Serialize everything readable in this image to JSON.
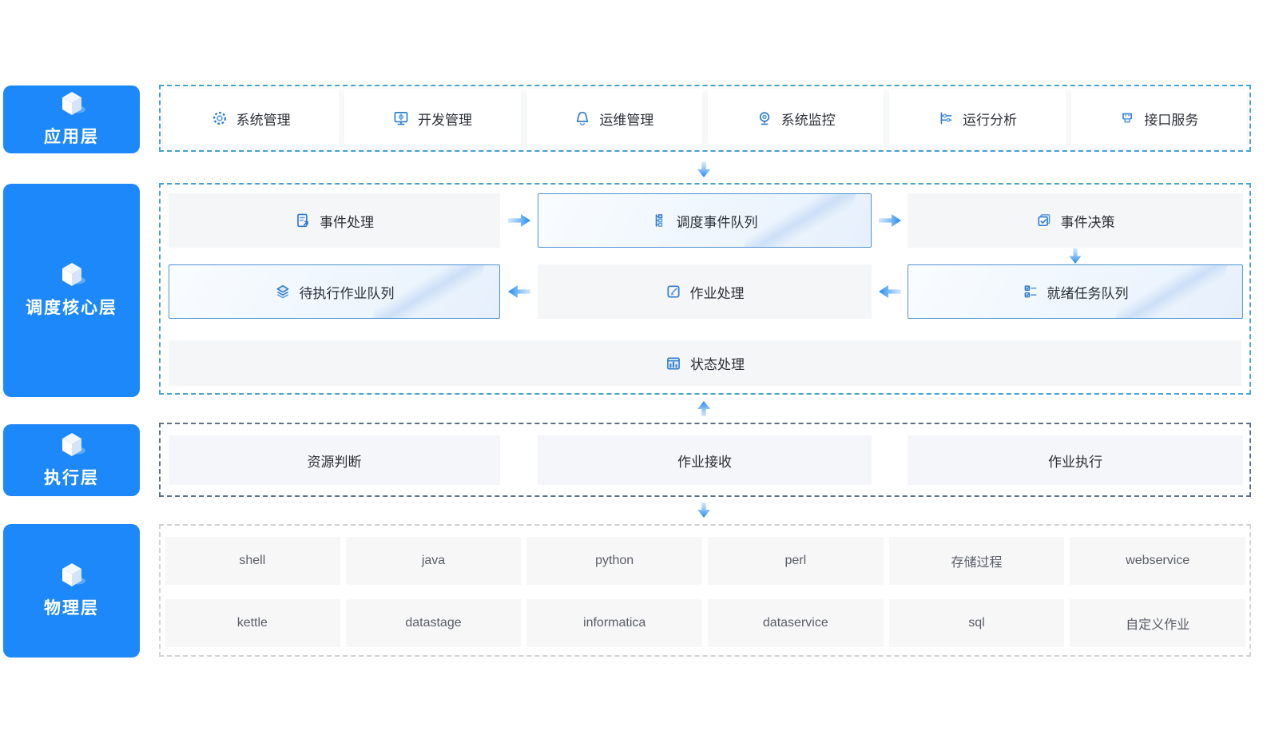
{
  "layers": {
    "app": {
      "label": "应用层",
      "items": [
        {
          "label": "系统管理",
          "icon": "gear-icon"
        },
        {
          "label": "开发管理",
          "icon": "dev-monitor-icon"
        },
        {
          "label": "运维管理",
          "icon": "alert-bell-icon"
        },
        {
          "label": "系统监控",
          "icon": "webcam-icon"
        },
        {
          "label": "运行分析",
          "icon": "sliders-icon"
        },
        {
          "label": "接口服务",
          "icon": "plug-icon"
        }
      ]
    },
    "core": {
      "label": "调度核心层",
      "row1": [
        {
          "label": "事件处理",
          "icon": "doc-upload-icon",
          "highlight": false
        },
        {
          "label": "调度事件队列",
          "icon": "queue-tree-icon",
          "highlight": true
        },
        {
          "label": "事件决策",
          "icon": "decision-check-icon",
          "highlight": false
        }
      ],
      "row2": [
        {
          "label": "待执行作业队列",
          "icon": "layers-icon",
          "highlight": true
        },
        {
          "label": "作业处理",
          "icon": "edit-square-icon",
          "highlight": false
        },
        {
          "label": "就绪任务队列",
          "icon": "task-list-icon",
          "highlight": true
        }
      ],
      "row3": {
        "label": "状态处理",
        "icon": "status-chart-icon"
      }
    },
    "exec": {
      "label": "执行层",
      "items": [
        {
          "label": "资源判断"
        },
        {
          "label": "作业接收"
        },
        {
          "label": "作业执行"
        }
      ]
    },
    "physical": {
      "label": "物理层",
      "row1": [
        {
          "label": "shell"
        },
        {
          "label": "java"
        },
        {
          "label": "python"
        },
        {
          "label": "perl"
        },
        {
          "label": "存储过程"
        },
        {
          "label": "webservice"
        }
      ],
      "row2": [
        {
          "label": "kettle"
        },
        {
          "label": "datastage"
        },
        {
          "label": "informatica"
        },
        {
          "label": "dataservice"
        },
        {
          "label": "sql"
        },
        {
          "label": "自定义作业"
        }
      ]
    }
  },
  "arrows": {
    "app_to_core": "down",
    "core_row1_flow": "right",
    "decision_to_ready_queue": "down",
    "core_row2_flow": "left",
    "exec_to_core": "up",
    "exec_to_physical": "down"
  },
  "colors": {
    "layer_tile_blue": "#1d88fa",
    "panel_dash_blue": "#45a3d6",
    "exec_dash_slate": "#5a7187",
    "physical_dash_gray": "#d2d2d2",
    "box_gray": "#f5f6f8",
    "highlight_border": "#4f93d6",
    "highlight_bg": "#ecf4fd",
    "arrow_blue": "#1886f0",
    "icon_blue": "#2e7bd0",
    "icon_light_blue": "#5b9fe0",
    "text_dark": "#2b2f36",
    "text_gray": "#5a5e66"
  }
}
